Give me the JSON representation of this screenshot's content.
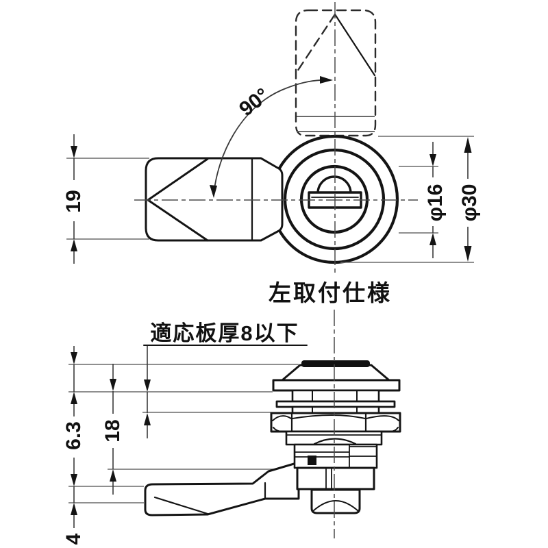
{
  "theme": {
    "ink": "#141414",
    "dimline": "#6a6a6a",
    "centerline": "#4a4a4a",
    "paper": "#ffffff"
  },
  "drawing": {
    "front_view": {
      "angle_label": "90°",
      "dim_cam_height": "19",
      "dim_cylinder_dia": "φ16",
      "dim_face_dia": "φ30",
      "caption": "左取付仕様"
    },
    "side_view": {
      "plate_note": "適応板厚8以下",
      "dim_head_height": "6.3",
      "dim_body_length": "18",
      "dim_arm_thickness": "4"
    }
  }
}
